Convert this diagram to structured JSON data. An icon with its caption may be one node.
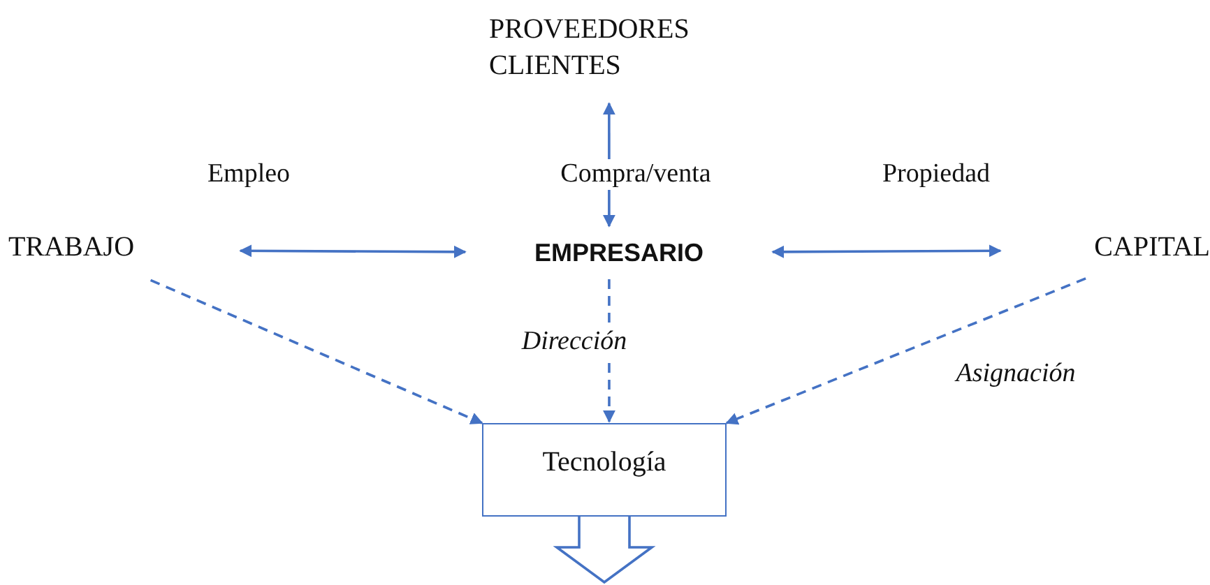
{
  "diagram": {
    "nodes": [
      {
        "text": [
          "PROVEEDORES CLIENTES"
        ]
      },
      {
        "text": [
          "TRABAJO"
        ]
      },
      {
        "text": [
          "EMPRESARIO"
        ]
      },
      {
        "text": [
          "CAPITAL"
        ]
      },
      {
        "text": [
          "Tecnología"
        ]
      }
    ],
    "edges": [
      {
        "from": 2,
        "to": 0,
        "arrow": "both",
        "label": "Compra/venta"
      },
      {
        "from": 1,
        "to": 2,
        "arrow": "both",
        "label": "Empleo"
      },
      {
        "from": 2,
        "to": 3,
        "arrow": "both",
        "label": "Propiedad"
      },
      {
        "from": 2,
        "to": 4,
        "arrow": "to",
        "style": "dashed",
        "label": "Dirección"
      },
      {
        "from": 1,
        "to": 4,
        "arrow": "to",
        "style": "dashed"
      },
      {
        "from": 3,
        "to": 4,
        "arrow": "to",
        "style": "dashed",
        "label": "Asignación"
      },
      {
        "from": 4,
        "to": null,
        "arrow": "to"
      }
    ]
  }
}
